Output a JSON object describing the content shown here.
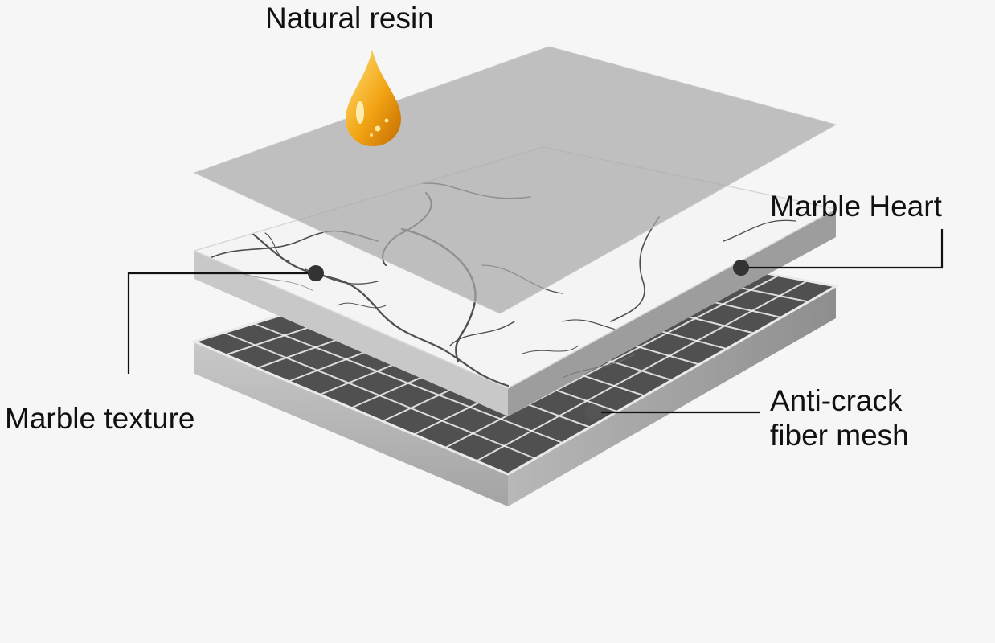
{
  "labels": {
    "natural_resin": "Natural resin",
    "marble_heart": "Marble Heart",
    "marble_texture": "Marble texture",
    "anti_crack_line1": "Anti-crack",
    "anti_crack_line2": "fiber mesh"
  },
  "layers": [
    {
      "name": "resin-sheet",
      "color": "#bdbdbd"
    },
    {
      "name": "marble-slab",
      "color": "#f2f2f2",
      "vein_color": "#5a5a5a"
    },
    {
      "name": "fiber-mesh",
      "color": "#4a4a4a",
      "grid_color": "#f5f5f5"
    }
  ],
  "drop_colors": {
    "light": "#ffd54a",
    "dark": "#e08a00"
  },
  "leader_color": "#111111"
}
